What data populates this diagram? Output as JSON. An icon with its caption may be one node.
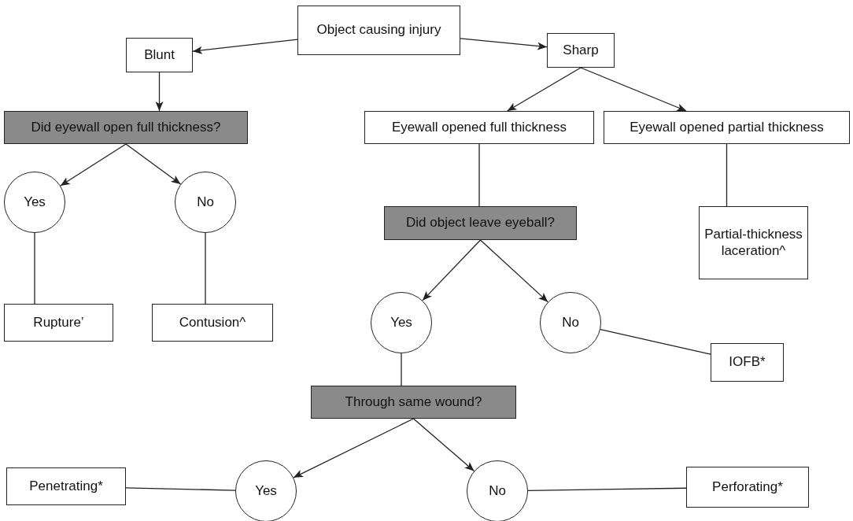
{
  "diagram": {
    "nodes": [
      {
        "text": [
          "Object causing injury"
        ]
      },
      {
        "text": [
          "Blunt"
        ]
      },
      {
        "text": [
          "Sharp"
        ]
      },
      {
        "text": [
          "Did eyewall open full thickness?"
        ]
      },
      {
        "text": [
          "Yes"
        ]
      },
      {
        "text": [
          "No"
        ]
      },
      {
        "text": [
          "Eyewall opened full thickness"
        ]
      },
      {
        "text": [
          "Eyewall opened partial thickness"
        ]
      },
      {
        "text": [
          "Did object leave eyeball?"
        ]
      },
      {
        "text": [
          "Partial-thickness laceration^"
        ]
      },
      {
        "text": [
          "Rupture’"
        ]
      },
      {
        "text": [
          "Contusion^"
        ]
      },
      {
        "text": [
          "Yes"
        ]
      },
      {
        "text": [
          "No"
        ]
      },
      {
        "text": [
          "IOFB*"
        ]
      },
      {
        "text": [
          "Through same wound?"
        ]
      },
      {
        "text": [
          "Penetrating*"
        ]
      },
      {
        "text": [
          "Yes"
        ]
      },
      {
        "text": [
          "No"
        ]
      },
      {
        "text": [
          "Perforating*"
        ]
      }
    ],
    "edges": [
      {
        "from": 0,
        "to": 1,
        "arrow": "to"
      },
      {
        "from": 0,
        "to": 2,
        "arrow": "to"
      },
      {
        "from": 1,
        "to": 3,
        "arrow": "to"
      },
      {
        "from": 2,
        "to": 6,
        "arrow": "to"
      },
      {
        "from": 2,
        "to": 7,
        "arrow": "to"
      },
      {
        "from": 3,
        "to": 4,
        "arrow": "to"
      },
      {
        "from": 3,
        "to": 5,
        "arrow": "to"
      },
      {
        "from": 4,
        "to": 10,
        "arrow": "none"
      },
      {
        "from": 5,
        "to": 11,
        "arrow": "none"
      },
      {
        "from": 6,
        "to": 8,
        "arrow": "none"
      },
      {
        "from": 7,
        "to": 9,
        "arrow": "none"
      },
      {
        "from": 8,
        "to": 12,
        "arrow": "to"
      },
      {
        "from": 8,
        "to": 13,
        "arrow": "to"
      },
      {
        "from": 13,
        "to": 14,
        "arrow": "none"
      },
      {
        "from": 12,
        "to": 15,
        "arrow": "none"
      },
      {
        "from": 15,
        "to": 17,
        "arrow": "to"
      },
      {
        "from": 15,
        "to": 18,
        "arrow": "to"
      },
      {
        "from": 17,
        "to": 16,
        "arrow": "none"
      },
      {
        "from": 18,
        "to": 19,
        "arrow": "none"
      }
    ]
  }
}
